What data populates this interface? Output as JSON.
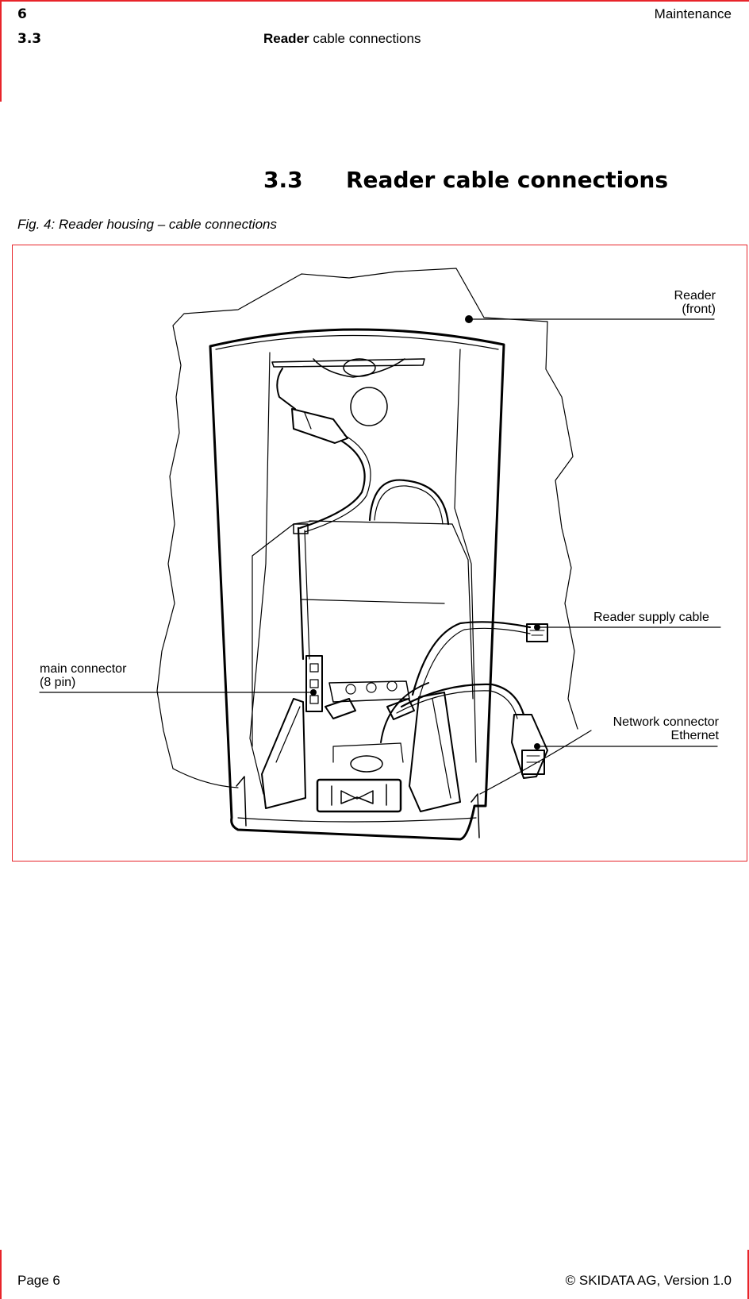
{
  "header": {
    "chapter_number": "6",
    "chapter_title": "Maintenance",
    "section_number": "3.3",
    "section_title_bold": "Reader",
    "section_title_rest": " cable connections"
  },
  "section": {
    "number": "3.3",
    "title": "Reader cable connections"
  },
  "figure": {
    "caption": "Fig. 4: Reader housing – cable connections",
    "labels": {
      "reader_front_line1": "Reader",
      "reader_front_line2": "(front)",
      "supply_cable": "Reader supply cable",
      "main_connector_line1": "main connector",
      "main_connector_line2": "(8 pin)",
      "network_line1": "Network connector",
      "network_line2": "Ethernet"
    }
  },
  "footer": {
    "page": "Page 6",
    "copyright": "© SKIDATA AG, Version 1.0"
  },
  "colors": {
    "frame_red": "#e8242a"
  }
}
